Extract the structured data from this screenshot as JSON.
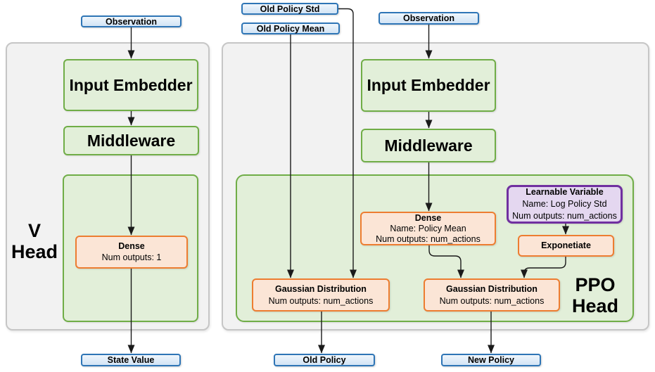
{
  "colors": {
    "panel_fill": "#F2F2F2",
    "panel_border": "#C6C6C6",
    "green_fill": "#E2EFD9",
    "green_border": "#70AD47",
    "blue_fill": "#D3E4F5",
    "blue_border": "#2E75B6",
    "orange_fill": "#FBE5D6",
    "orange_border": "#ED7D31",
    "purple_fill": "#E4D7F0",
    "purple_border": "#7030A0",
    "arrow": "#1A1A1A"
  },
  "v_head": {
    "panel_label_line1": "V",
    "panel_label_line2": "Head",
    "observation_label": "Observation",
    "input_embedder_label": "Input Embedder",
    "middleware_label": "Middleware",
    "dense": {
      "title": "Dense",
      "outputs": "Num outputs: 1"
    },
    "state_value_label": "State Value"
  },
  "ppo_head": {
    "panel_label_line1": "PPO",
    "panel_label_line2": "Head",
    "old_policy_std_label": "Old Policy Std",
    "old_policy_mean_label": "Old Policy Mean",
    "observation_label": "Observation",
    "input_embedder_label": "Input Embedder",
    "middleware_label": "Middleware",
    "dense_policy_mean": {
      "title": "Dense",
      "name": "Name: Policy Mean",
      "outputs": "Num outputs: num_actions"
    },
    "learnable_variable": {
      "title": "Learnable Variable",
      "name": "Name: Log Policy Std",
      "outputs": "Num outputs: num_actions"
    },
    "exponetiate_label": "Exponetiate",
    "gaussian_distribution_old": {
      "title": "Gaussian Distribution",
      "outputs": "Num outputs: num_actions"
    },
    "gaussian_distribution_new": {
      "title": "Gaussian Distribution",
      "outputs": "Num outputs: num_actions"
    },
    "old_policy_label": "Old Policy",
    "new_policy_label": "New Policy"
  }
}
